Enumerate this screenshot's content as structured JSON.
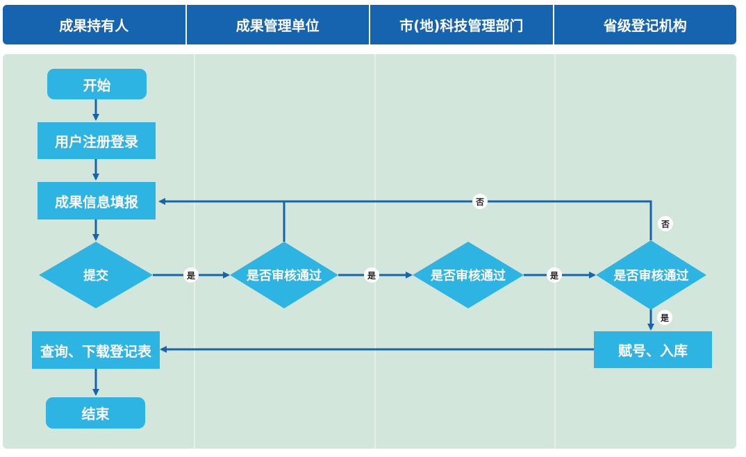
{
  "lanes": [
    "成果持有人",
    "成果管理单位",
    "市(地)科技管理部门",
    "省级登记机构"
  ],
  "nodes": {
    "start": "开始",
    "register": "用户注册登录",
    "fill": "成果信息填报",
    "submit": "提交",
    "review1": "是否审核通过",
    "review2": "是否审核通过",
    "review3": "是否审核通过",
    "assign": "赋号、入库",
    "query": "查询、下载登记表",
    "end": "结束"
  },
  "edge_labels": {
    "submit_yes": "是",
    "review1_yes": "是",
    "review2_yes": "是",
    "review3_yes": "是",
    "reject_top": "否",
    "reject_right": "否"
  },
  "colors": {
    "header": "#1663b0",
    "node": "#2eb4e3",
    "arrow": "#1663b0",
    "background": "#d2e6db"
  }
}
